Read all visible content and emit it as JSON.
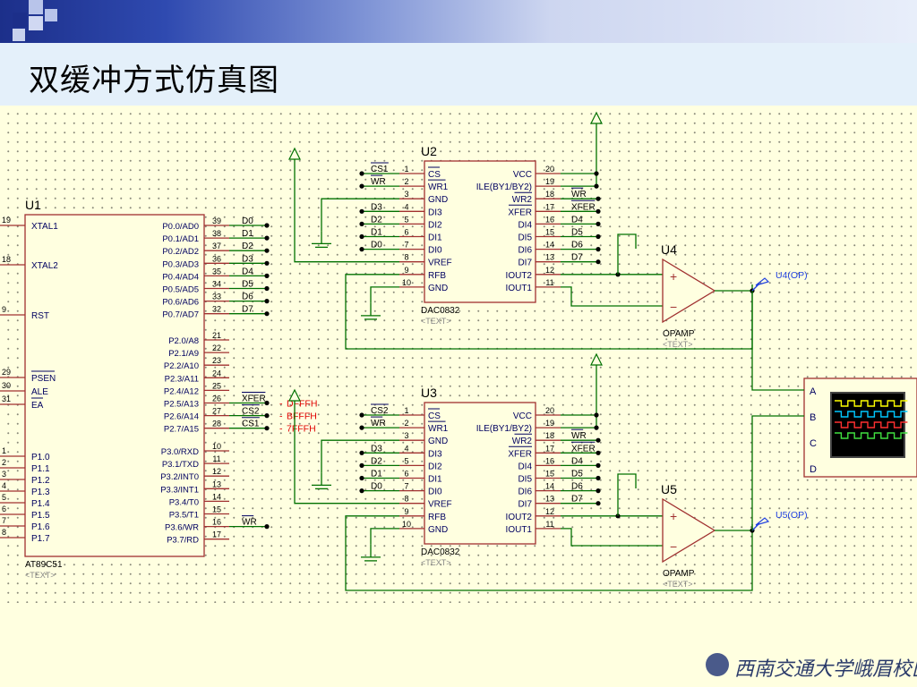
{
  "title": "双缓冲方式仿真图",
  "u1": {
    "ref": "U1",
    "part": "AT89C51",
    "text": "<TEXT>",
    "left_pins": [
      {
        "num": "19",
        "name": "XTAL1"
      },
      {
        "num": "18",
        "name": "XTAL2"
      },
      {
        "num": "9",
        "name": "RST"
      },
      {
        "num": "29",
        "name": "PSEN"
      },
      {
        "num": "30",
        "name": "ALE"
      },
      {
        "num": "31",
        "name": "EA"
      },
      {
        "num": "1",
        "name": "P1.0"
      },
      {
        "num": "2",
        "name": "P1.1"
      },
      {
        "num": "3",
        "name": "P1.2"
      },
      {
        "num": "4",
        "name": "P1.3"
      },
      {
        "num": "5",
        "name": "P1.4"
      },
      {
        "num": "6",
        "name": "P1.5"
      },
      {
        "num": "7",
        "name": "P1.6"
      },
      {
        "num": "8",
        "name": "P1.7"
      }
    ],
    "right_pins": [
      {
        "num": "39",
        "name": "P0.0/AD0",
        "net": "D0"
      },
      {
        "num": "38",
        "name": "P0.1/AD1",
        "net": "D1"
      },
      {
        "num": "37",
        "name": "P0.2/AD2",
        "net": "D2"
      },
      {
        "num": "36",
        "name": "P0.3/AD3",
        "net": "D3"
      },
      {
        "num": "35",
        "name": "P0.4/AD4",
        "net": "D4"
      },
      {
        "num": "34",
        "name": "P0.5/AD5",
        "net": "D5"
      },
      {
        "num": "33",
        "name": "P0.6/AD6",
        "net": "D6"
      },
      {
        "num": "32",
        "name": "P0.7/AD7",
        "net": "D7"
      },
      {
        "num": "21",
        "name": "P2.0/A8",
        "net": ""
      },
      {
        "num": "22",
        "name": "P2.1/A9",
        "net": ""
      },
      {
        "num": "23",
        "name": "P2.2/A10",
        "net": ""
      },
      {
        "num": "24",
        "name": "P2.3/A11",
        "net": ""
      },
      {
        "num": "25",
        "name": "P2.4/A12",
        "net": ""
      },
      {
        "num": "26",
        "name": "P2.5/A13",
        "net": "XFER"
      },
      {
        "num": "27",
        "name": "P2.6/A14",
        "net": "CS2"
      },
      {
        "num": "28",
        "name": "P2.7/A15",
        "net": "CS1"
      },
      {
        "num": "10",
        "name": "P3.0/RXD",
        "net": ""
      },
      {
        "num": "11",
        "name": "P3.1/TXD",
        "net": ""
      },
      {
        "num": "12",
        "name": "P3.2/INT0",
        "net": ""
      },
      {
        "num": "13",
        "name": "P3.3/INT1",
        "net": ""
      },
      {
        "num": "14",
        "name": "P3.4/T0",
        "net": ""
      },
      {
        "num": "15",
        "name": "P3.5/T1",
        "net": ""
      },
      {
        "num": "16",
        "name": "P3.6/WR",
        "net": "WR"
      },
      {
        "num": "17",
        "name": "P3.7/RD",
        "net": ""
      }
    ],
    "addresses": [
      "DFFFH",
      "BFFFH",
      "7FFFH"
    ]
  },
  "dacs": [
    {
      "ref": "U2",
      "part": "DAC0832",
      "text": "<TEXT>",
      "cs_net": "CS1",
      "left_pins": [
        {
          "num": "1",
          "name": "CS",
          "net": "CS1"
        },
        {
          "num": "2",
          "name": "WR1",
          "net": "WR"
        },
        {
          "num": "3",
          "name": "GND",
          "net": ""
        },
        {
          "num": "4",
          "name": "DI3",
          "net": "D3"
        },
        {
          "num": "5",
          "name": "DI2",
          "net": "D2"
        },
        {
          "num": "6",
          "name": "DI1",
          "net": "D1"
        },
        {
          "num": "7",
          "name": "DI0",
          "net": "D0"
        },
        {
          "num": "8",
          "name": "VREF",
          "net": ""
        },
        {
          "num": "9",
          "name": "RFB",
          "net": ""
        },
        {
          "num": "10",
          "name": "GND",
          "net": ""
        }
      ],
      "right_pins": [
        {
          "num": "20",
          "name": "VCC",
          "net": ""
        },
        {
          "num": "19",
          "name": "ILE(BY1/BY2)",
          "net": ""
        },
        {
          "num": "18",
          "name": "WR2",
          "net": "WR"
        },
        {
          "num": "17",
          "name": "XFER",
          "net": "XFER"
        },
        {
          "num": "16",
          "name": "DI4",
          "net": "D4"
        },
        {
          "num": "15",
          "name": "DI5",
          "net": "D5"
        },
        {
          "num": "14",
          "name": "DI6",
          "net": "D6"
        },
        {
          "num": "13",
          "name": "DI7",
          "net": "D7"
        },
        {
          "num": "12",
          "name": "IOUT2",
          "net": ""
        },
        {
          "num": "11",
          "name": "IOUT1",
          "net": ""
        }
      ]
    },
    {
      "ref": "U3",
      "part": "DAC0832",
      "text": "<TEXT>",
      "cs_net": "CS2",
      "left_pins": [
        {
          "num": "1",
          "name": "CS",
          "net": "CS2"
        },
        {
          "num": "2",
          "name": "WR1",
          "net": "WR"
        },
        {
          "num": "3",
          "name": "GND",
          "net": ""
        },
        {
          "num": "4",
          "name": "DI3",
          "net": "D3"
        },
        {
          "num": "5",
          "name": "DI2",
          "net": "D2"
        },
        {
          "num": "6",
          "name": "DI1",
          "net": "D1"
        },
        {
          "num": "7",
          "name": "DI0",
          "net": "D0"
        },
        {
          "num": "8",
          "name": "VREF",
          "net": ""
        },
        {
          "num": "9",
          "name": "RFB",
          "net": ""
        },
        {
          "num": "10",
          "name": "GND",
          "net": ""
        }
      ],
      "right_pins": [
        {
          "num": "20",
          "name": "VCC",
          "net": ""
        },
        {
          "num": "19",
          "name": "ILE(BY1/BY2)",
          "net": ""
        },
        {
          "num": "18",
          "name": "WR2",
          "net": "WR"
        },
        {
          "num": "17",
          "name": "XFER",
          "net": "XFER"
        },
        {
          "num": "16",
          "name": "DI4",
          "net": "D4"
        },
        {
          "num": "15",
          "name": "DI5",
          "net": "D5"
        },
        {
          "num": "14",
          "name": "DI6",
          "net": "D6"
        },
        {
          "num": "13",
          "name": "DI7",
          "net": "D7"
        },
        {
          "num": "12",
          "name": "IOUT2",
          "net": ""
        },
        {
          "num": "11",
          "name": "IOUT1",
          "net": ""
        }
      ]
    }
  ],
  "opamps": [
    {
      "ref": "U4",
      "part": "OPAMP",
      "text": "<TEXT>",
      "probe": "U4(OP)"
    },
    {
      "ref": "U5",
      "part": "OPAMP",
      "text": "<TEXT>",
      "probe": "U5(OP)"
    }
  ],
  "scope": {
    "channels": [
      "A",
      "B",
      "C",
      "D"
    ],
    "trace_colors": [
      "#ffff00",
      "#00c8ff",
      "#ff3030",
      "#40e040"
    ]
  },
  "colors": {
    "part_border": "#a03030",
    "part_fill": "#ffffe0",
    "wire": "#007000",
    "pin_text": "#000060",
    "net_text": "#000000",
    "address_text": "#e00000",
    "probe_text": "#2040e0"
  },
  "footer_logo": "西南交通大学峨眉校区"
}
